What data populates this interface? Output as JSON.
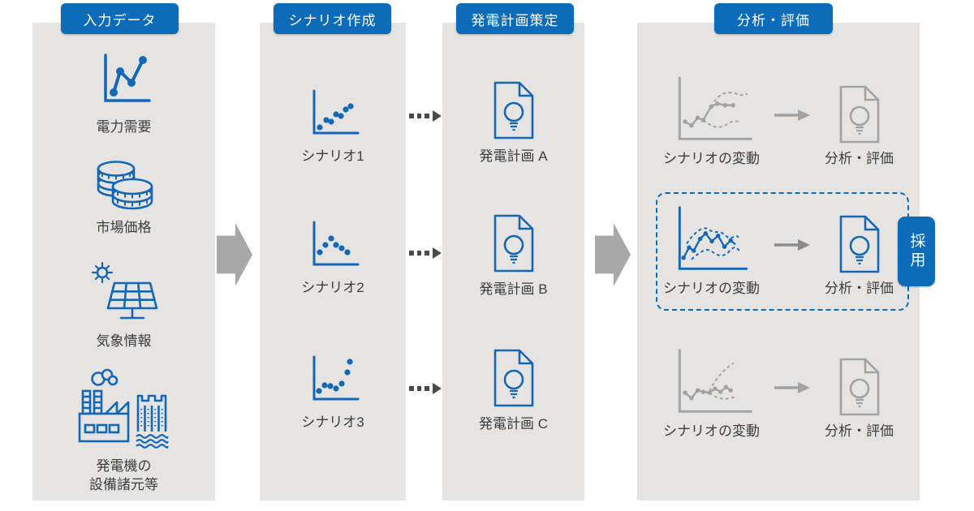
{
  "colors": {
    "blue": "#0d6cba",
    "icon-blue": "#1467b8",
    "panel": "#e5e4e2",
    "icon-gray": "#a2a2a2",
    "arrow": "#a8a8a8",
    "dark-arrow": "#4a4a4a",
    "text": "#3d3d3d"
  },
  "columns": [
    {
      "header": "入力データ",
      "items": [
        {
          "icon": "line-chart-icon",
          "label": "電力需要"
        },
        {
          "icon": "coins-icon",
          "label": "市場価格"
        },
        {
          "icon": "solar-panel-icon",
          "label": "気象情報"
        },
        {
          "icon": "factory-dam-icon",
          "label": "発電機の\n設備諸元等"
        }
      ]
    },
    {
      "header": "シナリオ作成",
      "items": [
        {
          "icon": "scatter-plot-icon",
          "label": "シナリオ1"
        },
        {
          "icon": "scatter-plot-icon",
          "label": "シナリオ2"
        },
        {
          "icon": "scatter-plot-icon",
          "label": "シナリオ3"
        }
      ]
    },
    {
      "header": "発電計画策定",
      "items": [
        {
          "icon": "document-lightbulb-icon",
          "label": "発電計画 A"
        },
        {
          "icon": "document-lightbulb-icon",
          "label": "発電計画 B"
        },
        {
          "icon": "document-lightbulb-icon",
          "label": "発電計画 C"
        }
      ]
    },
    {
      "header": "分析・評価",
      "rows": [
        {
          "chart_label": "シナリオの変動",
          "result_label": "分析・評価",
          "highlighted": false
        },
        {
          "chart_label": "シナリオの変動",
          "result_label": "分析・評価",
          "highlighted": true,
          "badge": "採用"
        },
        {
          "chart_label": "シナリオの変動",
          "result_label": "分析・評価",
          "highlighted": false
        }
      ]
    }
  ]
}
